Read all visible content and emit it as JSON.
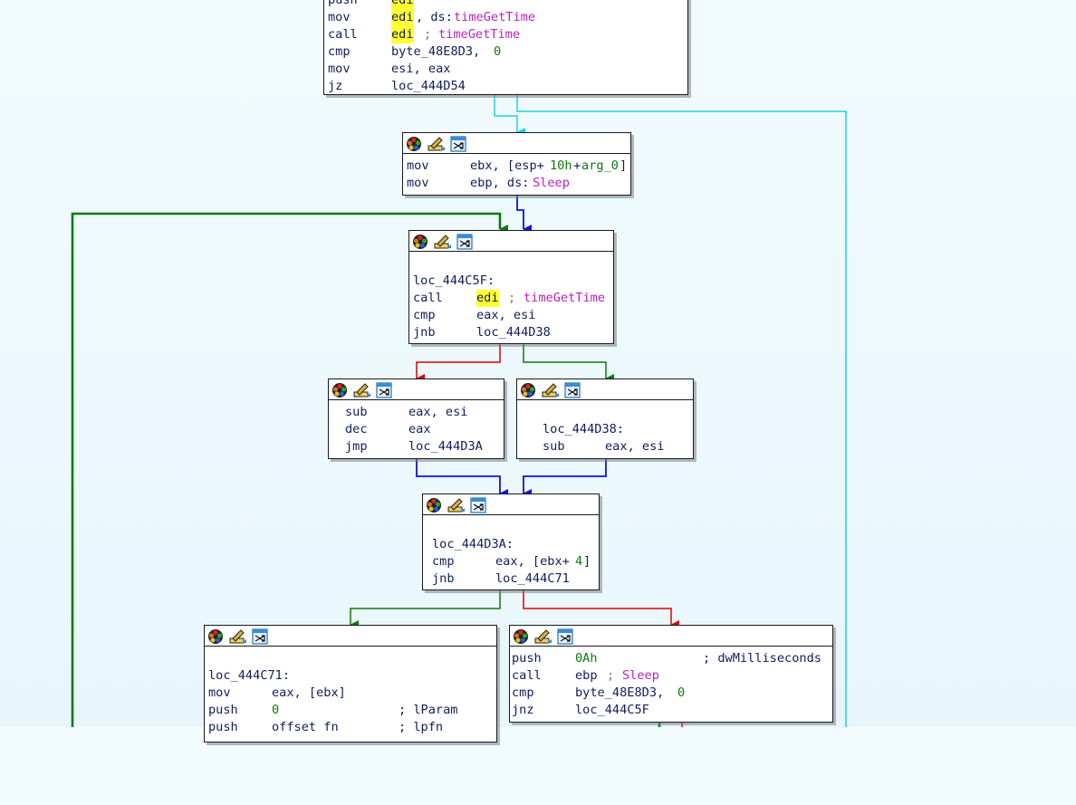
{
  "blocks": {
    "b0": {
      "lines": [
        {
          "mn": "push",
          "op": "edi"
        },
        {
          "mn": "mov",
          "op_hl": "edi",
          "op_rest": ", ds:",
          "sym": "timeGetTime"
        },
        {
          "mn": "call",
          "op_hl": "edi",
          "cmt": ";",
          "sym": "timeGetTime"
        },
        {
          "mn": "cmp",
          "op": "byte_48E8D3, ",
          "num": "0"
        },
        {
          "mn": "mov",
          "op": "esi, eax"
        },
        {
          "mn": "jz",
          "op": "loc_444D54"
        }
      ]
    },
    "b1": {
      "lines": [
        {
          "mn": "mov",
          "op": "ebx, [esp+",
          "num": "10h",
          "op2": "+",
          "sym2": "arg_0",
          "op3": "]"
        },
        {
          "mn": "mov",
          "op": "ebp, ds:",
          "sym": "Sleep"
        }
      ]
    },
    "b2": {
      "label": "loc_444C5F:",
      "lines": [
        {
          "mn": "call",
          "op_hl": "edi",
          "cmt": ";",
          "sym": "timeGetTime"
        },
        {
          "mn": "cmp",
          "op": "eax, esi"
        },
        {
          "mn": "jnb",
          "op": "loc_444D38"
        }
      ]
    },
    "b3": {
      "lines": [
        {
          "mn": "sub",
          "op": "eax, esi"
        },
        {
          "mn": "dec",
          "op": "eax"
        },
        {
          "mn": "jmp",
          "op": "loc_444D3A"
        }
      ]
    },
    "b4": {
      "label": "loc_444D38:",
      "lines": [
        {
          "mn": "sub",
          "op": "eax, esi"
        }
      ]
    },
    "b5": {
      "label": "loc_444D3A:",
      "lines": [
        {
          "mn": "cmp",
          "op": "eax, [ebx+",
          "num": "4",
          "op2": "]"
        },
        {
          "mn": "jnb",
          "op": "loc_444C71"
        }
      ]
    },
    "b6": {
      "label": "loc_444C71:",
      "lines": [
        {
          "mn": "mov",
          "op": "eax, [ebx]"
        },
        {
          "mn": "push",
          "num": "0",
          "cmt": "; lParam"
        },
        {
          "mn": "push",
          "op": "offset fn",
          "cmt": "; lpfn"
        }
      ]
    },
    "b7": {
      "lines": [
        {
          "mn": "push",
          "num": "0Ah",
          "cmt": "; dwMilliseconds"
        },
        {
          "mn": "call",
          "op": "ebp",
          "cmt": ";",
          "sym": "Sleep"
        },
        {
          "mn": "cmp",
          "op": "byte_48E8D3, ",
          "num": "0"
        },
        {
          "mn": "jnz",
          "op": "loc_444C5F"
        }
      ]
    }
  },
  "icons": [
    "color-palette-icon",
    "rename-pencil-icon",
    "graph-overview-icon"
  ],
  "colors": {
    "edge_true": "#0a7a0a",
    "edge_false": "#e00000",
    "edge_uncond": "#1010e0",
    "edge_far": "#19d3e6",
    "highlight": "#ffff33",
    "symbol": "#c020c0",
    "number": "#0a7a0a"
  }
}
